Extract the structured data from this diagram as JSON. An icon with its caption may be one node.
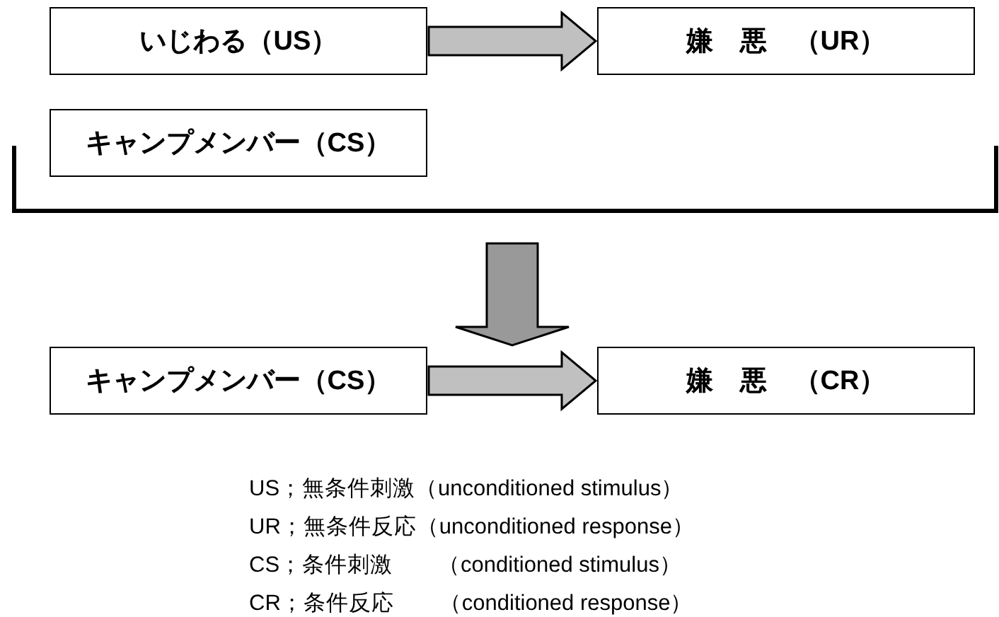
{
  "diagram": {
    "nodes": [
      {
        "text": [
          "いじわる（US）"
        ]
      },
      {
        "text": [
          "嫌　悪　（UR）"
        ]
      },
      {
        "text": [
          "キャンプメンバー（CS）"
        ]
      },
      {
        "text": [
          "キャンプメンバー（CS）"
        ]
      },
      {
        "text": [
          "嫌　悪　（CR）"
        ]
      }
    ],
    "edges": [
      {
        "from": 0,
        "to": 1,
        "arrow": "to"
      },
      {
        "from": null,
        "to": 3,
        "arrow": "to"
      },
      {
        "from": 3,
        "to": 4,
        "arrow": "to"
      }
    ],
    "labels": [
      "US；無条件刺激（unconditioned stimulus）",
      "UR；無条件反応（unconditioned response）",
      "CS；条件刺激　　（conditioned stimulus）",
      "CR；条件反応　　（conditioned response）"
    ]
  }
}
